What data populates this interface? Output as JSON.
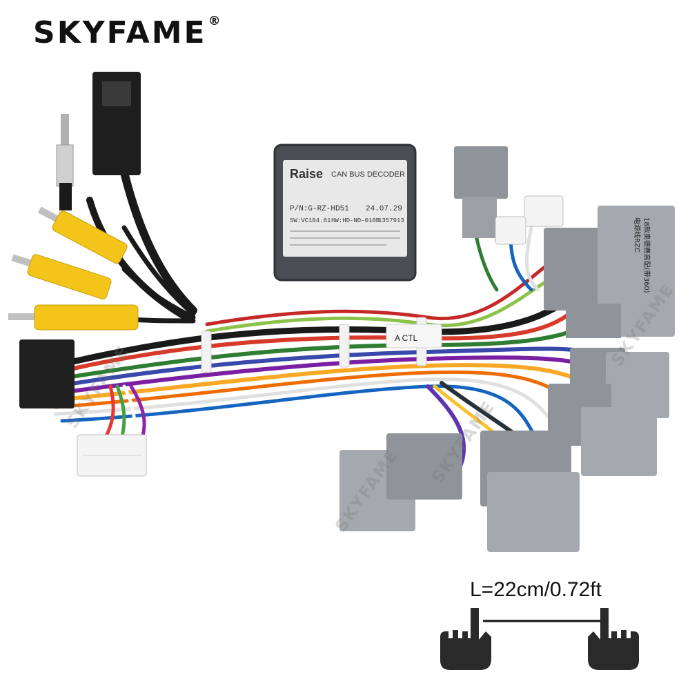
{
  "brand": {
    "name": "SKYFAME",
    "mark": "®"
  },
  "watermark": {
    "text": "SKYFAME"
  },
  "decoder": {
    "brand": "Raise",
    "title": "CAN BUS DECODER",
    "pn": "P/N:G-RZ-HD51",
    "date": "24.07.29",
    "sw": "SW:VC104.61",
    "hw": "HW:HD-ND-010B",
    "serial": "1357913"
  },
  "tags": {
    "actl": "A CTL"
  },
  "connector_label": {
    "line1": "18款奥德赛高配(带360)",
    "line2": "电源线RZC"
  },
  "dimension": {
    "label": "L=22cm/0.72ft"
  },
  "colors": {
    "connector_grey": "#8e949a",
    "rca_yellow": "#f3c51a",
    "cable_black": "#1a1a1a",
    "decoder_body": "#4a4e54"
  }
}
